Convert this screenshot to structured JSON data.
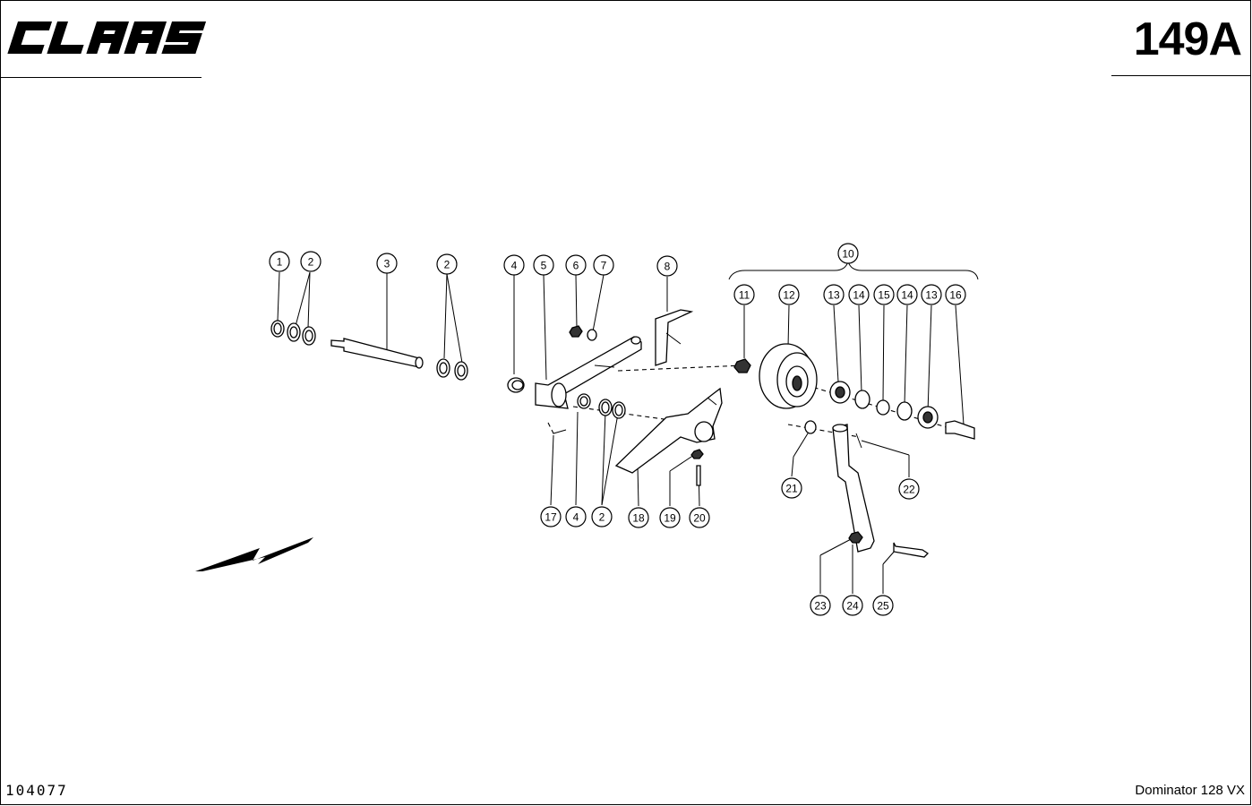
{
  "header": {
    "brand_logo_text": "CLAAS",
    "page_number": "149A"
  },
  "footer": {
    "drawing_number": "104077",
    "model": "Dominator 128 VX"
  },
  "diagram": {
    "group_label": "10",
    "callouts": [
      {
        "id": "c1",
        "label": "1"
      },
      {
        "id": "c2a",
        "label": "2"
      },
      {
        "id": "c3",
        "label": "3"
      },
      {
        "id": "c2b",
        "label": "2"
      },
      {
        "id": "c4a",
        "label": "4"
      },
      {
        "id": "c5",
        "label": "5"
      },
      {
        "id": "c6",
        "label": "6"
      },
      {
        "id": "c7",
        "label": "7"
      },
      {
        "id": "c8",
        "label": "8"
      },
      {
        "id": "c11",
        "label": "11"
      },
      {
        "id": "c12",
        "label": "12"
      },
      {
        "id": "c13a",
        "label": "13"
      },
      {
        "id": "c14a",
        "label": "14"
      },
      {
        "id": "c15",
        "label": "15"
      },
      {
        "id": "c14b",
        "label": "14"
      },
      {
        "id": "c13b",
        "label": "13"
      },
      {
        "id": "c16",
        "label": "16"
      },
      {
        "id": "c17",
        "label": "17"
      },
      {
        "id": "c4b",
        "label": "4"
      },
      {
        "id": "c2c",
        "label": "2"
      },
      {
        "id": "c18",
        "label": "18"
      },
      {
        "id": "c19",
        "label": "19"
      },
      {
        "id": "c20",
        "label": "20"
      },
      {
        "id": "c21",
        "label": "21"
      },
      {
        "id": "c22",
        "label": "22"
      },
      {
        "id": "c23",
        "label": "23"
      },
      {
        "id": "c24",
        "label": "24"
      },
      {
        "id": "c25",
        "label": "25"
      }
    ]
  }
}
